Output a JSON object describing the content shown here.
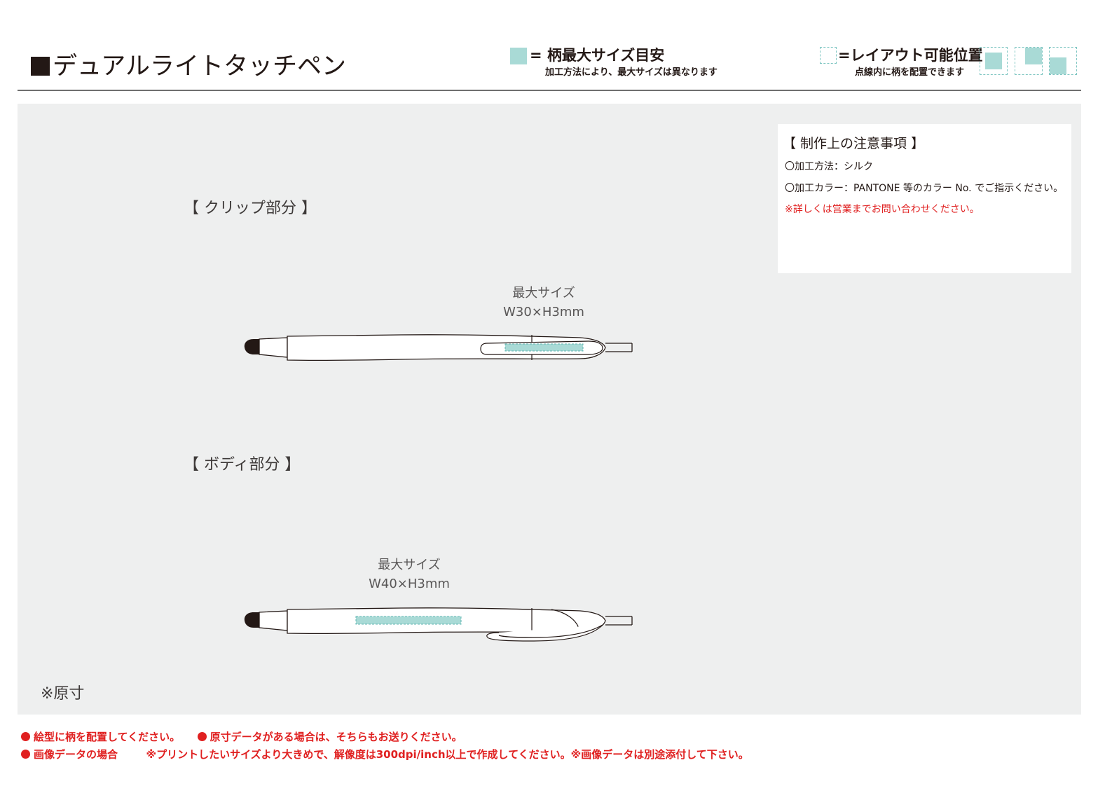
{
  "header": {
    "title": "デュアルライトタッチペン",
    "legend_area": {
      "label": "= 柄最大サイズ目安",
      "note": "加工方法により、最大サイズは異なります"
    },
    "legend_layout": {
      "label": "=レイアウト可能位置",
      "note": "点線内に柄を配置できます"
    }
  },
  "notes": {
    "title": "【 制作上の注意事項 】",
    "lines": [
      "〇加工方法：シルク",
      "〇加工カラー：PANTONE 等のカラー No. でご指示ください。"
    ],
    "warning": "※詳しくは営業までお問い合わせください。"
  },
  "sections": [
    {
      "label": "【 クリップ部分 】",
      "size_title": "最大サイズ",
      "size_value": "W30×H3mm"
    },
    {
      "label": "【 ボディ部分 】",
      "size_title": "最大サイズ",
      "size_value": "W40×H3mm"
    }
  ],
  "scale_note": "※原寸",
  "footer": {
    "line1_a": "絵型に柄を配置してください。",
    "line1_b": "原寸データがある場合は、そちらもお送りください。",
    "line2_a": "画像データの場合",
    "line2_b": "※プリントしたいサイズより大きめで、解像度は300dpi/inch以上で作成してください。※画像データは別途添付して下さい。"
  },
  "colors": {
    "print_area": "#a9dad6",
    "dashed": "#7fc6c2",
    "warning": "#e02020",
    "panel": "#eeefef"
  }
}
